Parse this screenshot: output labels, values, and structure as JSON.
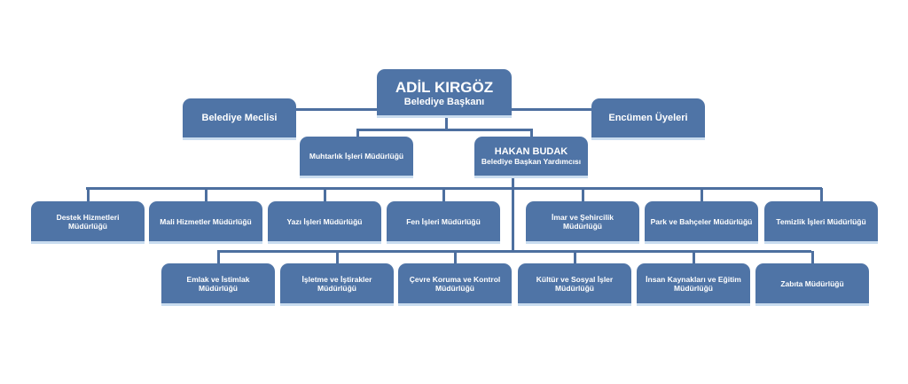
{
  "mayor": {
    "name": "ADİL KIRGÖZ",
    "title": "Belediye Başkanı"
  },
  "council": "Belediye Meclisi",
  "committee": "Encümen Üyeleri",
  "muhtarlik": "Muhtarlık İşleri Müdürlüğü",
  "deputy": {
    "name": "HAKAN BUDAK",
    "title": "Belediye Başkan Yardımcısı"
  },
  "row1": [
    "Destek Hizmetleri Müdürlüğü",
    "Mali Hizmetler Müdürlüğü",
    "Yazı İşleri Müdürlüğü",
    "Fen İşleri Müdürlüğü",
    "İmar ve Şehircilik Müdürlüğü",
    "Park ve Bahçeler Müdürlüğü",
    "Temizlik İşleri Müdürlüğü"
  ],
  "row2": [
    "Emlak ve İstimlak Müdürlüğü",
    "İşletme ve İştirakler Müdürlüğü",
    "Çevre Koruma ve Kontrol Müdürlüğü",
    "Kültür ve Sosyal İşler Müdürlüğü",
    "İnsan Kaynakları ve Eğitim Müdürlüğü",
    "Zabıta Müdürlüğü"
  ]
}
